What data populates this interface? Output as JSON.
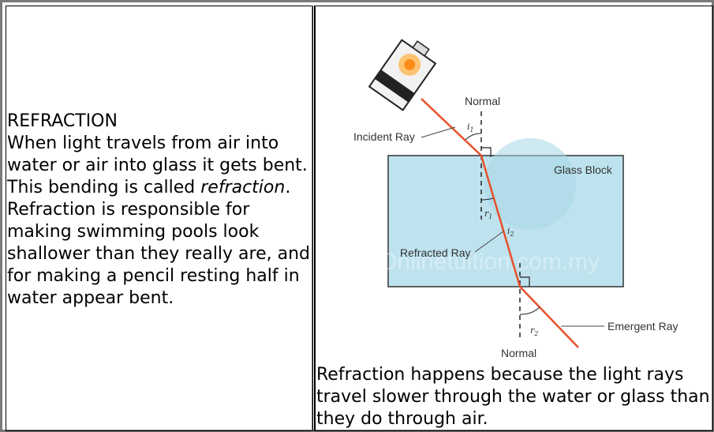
{
  "left": {
    "title": "REFRACTION",
    "para_1": "When light travels from air into water or air into glass it gets bent. This bending is called ",
    "para_italic": "refraction",
    "para_2": ". Refraction is responsible for making swimming pools look shallower than they really are, and for making a pencil resting half in water appear bent."
  },
  "right": {
    "caption": "Refraction happens because the light rays travel slower through the water or glass than they do through air."
  },
  "diagram": {
    "labels": {
      "normal_top": "Normal",
      "normal_bottom": "Normal",
      "incident_ray": "Incident Ray",
      "glass_block": "Glass Block",
      "refracted_ray": "Refracted Ray",
      "emergent_ray": "Emergent Ray",
      "i1": "i",
      "i1_sub": "1",
      "r1": "r",
      "r1_sub": "1",
      "i2": "i",
      "i2_sub": "2",
      "r2": "r",
      "r2_sub": "2"
    },
    "watermark": "Onlinetuition.com.my",
    "colors": {
      "ray": "#e8502a",
      "glass_fill": "#bfe3ee",
      "glass_edge": "#333333",
      "bulb_glow": "#ffb347"
    }
  }
}
